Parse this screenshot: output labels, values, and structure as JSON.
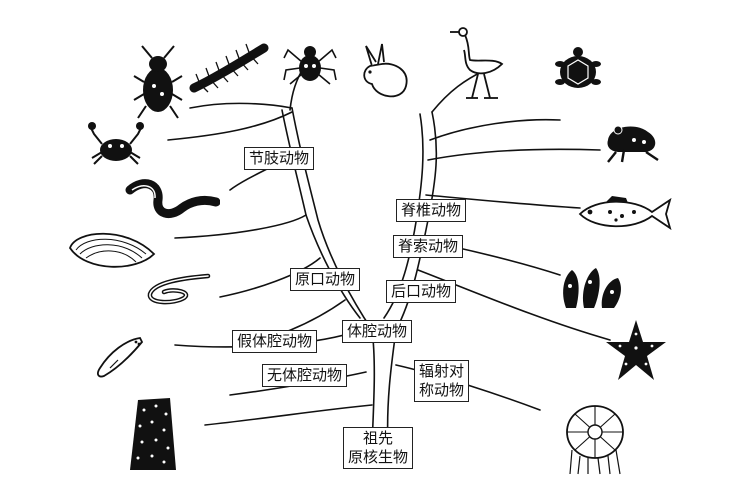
{
  "labels": {
    "arthropods": "节肢动物",
    "vertebrates": "脊椎动物",
    "chordates": "脊索动物",
    "protostomes": "原口动物",
    "deuterostomes": "后口动物",
    "coelomates": "体腔动物",
    "pseudocoelomates": "假体腔动物",
    "acoelomates": "无体腔动物",
    "radiata_line1": "辐射对",
    "radiata_line2": "称动物",
    "ancestor_line1": "祖先",
    "ancestor_line2": "原核生物"
  },
  "organisms": [
    "beetle-icon",
    "centipede-icon",
    "spider-icon",
    "rabbit-icon",
    "egret-icon",
    "turtle-icon",
    "crab-icon",
    "frog-icon",
    "earthworm-icon",
    "fish-icon",
    "clam-icon",
    "sea-squirt-icon",
    "roundworm-icon",
    "starfish-icon",
    "flatworm-icon",
    "sponge-icon",
    "jellyfish-icon"
  ]
}
